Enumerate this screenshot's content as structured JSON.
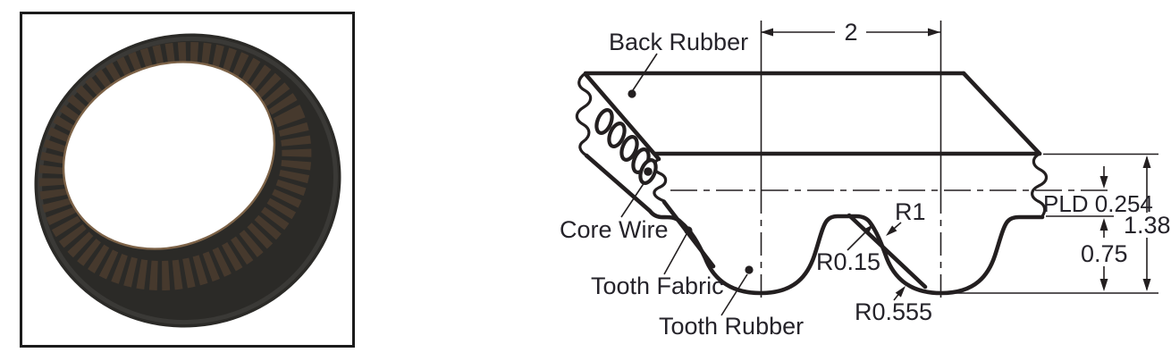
{
  "photo": {
    "subject": "black timing belt ring with inner teeth",
    "frame_border_color": "#1b1b1b",
    "belt_color": "#2b2a27",
    "teeth_color": "#46392d",
    "inner_edge_color": "#8a6e51",
    "background": "#ffffff"
  },
  "diagram": {
    "line_color": "#231f20",
    "text_color": "#25232a",
    "labels": {
      "back_rubber": "Back Rubber",
      "core_wire": "Core Wire",
      "tooth_fabric": "Tooth Fabric",
      "tooth_rubber": "Tooth Rubber"
    },
    "callouts": {
      "flank_radius": "R1",
      "tip_radius": "R0.15",
      "root_radius": "R0.555"
    },
    "dimensions": {
      "tooth_pitch": "2",
      "pitch_line_differential": "PLD 0.254",
      "overall_thickness": "1.38",
      "tooth_depth": "0.75"
    }
  }
}
